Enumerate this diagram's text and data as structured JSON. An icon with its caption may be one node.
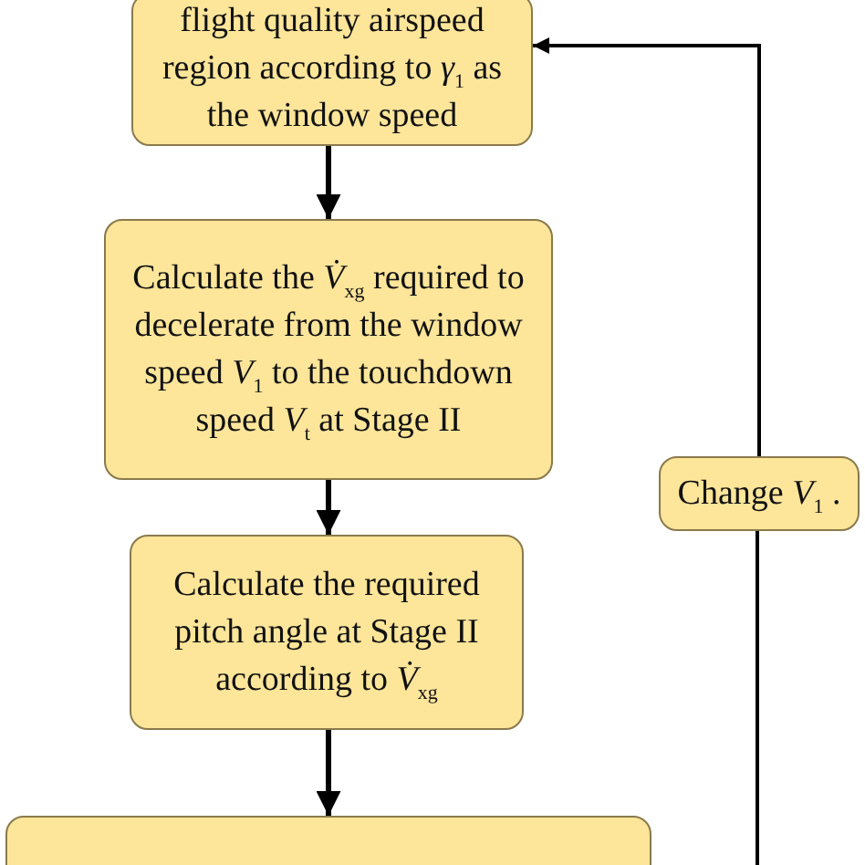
{
  "diagram": {
    "nodes": [
      {
        "text": [
          "flight quality airspeed region according to *γ*$_{1}$ as the window speed"
        ]
      },
      {
        "text": [
          "Calculate the *V̇*$_{xg}$ required to decelerate from the window speed *V*$_{1}$ to the touchdown speed *V*$_{t}$ at Stage II"
        ]
      },
      {
        "text": [
          "Calculate the required pitch angle  at Stage II according to *V̇*$_{xg}$"
        ]
      },
      {
        "text": [],
        "shape": "box"
      },
      {
        "text": [
          "Change *V*$_{1}$ ."
        ]
      }
    ],
    "edges": [
      {
        "from": 0,
        "to": 1,
        "arrow": "to"
      },
      {
        "from": 1,
        "to": 2,
        "arrow": "to"
      },
      {
        "from": 2,
        "to": 3,
        "arrow": "to"
      },
      {
        "from": null,
        "to": 4,
        "arrow": "none"
      },
      {
        "from": 4,
        "to": 0,
        "arrow": "to"
      }
    ]
  }
}
